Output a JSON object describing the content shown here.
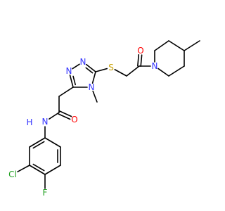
{
  "diagram": {
    "atoms": [
      {
        "id": "n_amide_h",
        "label": "H"
      },
      {
        "id": "n_amide",
        "label": "N"
      },
      {
        "id": "o_amide",
        "label": "O"
      },
      {
        "id": "n_tri_1",
        "label": "N"
      },
      {
        "id": "n_tri_2",
        "label": "N"
      },
      {
        "id": "n_tri_4",
        "label": "N"
      },
      {
        "id": "s_thio",
        "label": "S"
      },
      {
        "id": "o_ketone",
        "label": "O"
      },
      {
        "id": "n_pip",
        "label": "N"
      },
      {
        "id": "cl",
        "label": "Cl"
      },
      {
        "id": "f",
        "label": "F"
      }
    ],
    "colors": {
      "bond": "#000000",
      "nitrogen": "#3333ff",
      "oxygen": "#ff0000",
      "sulfur": "#c8a000",
      "chlorine": "#1fa01f",
      "fluorine": "#1fa01f"
    }
  }
}
